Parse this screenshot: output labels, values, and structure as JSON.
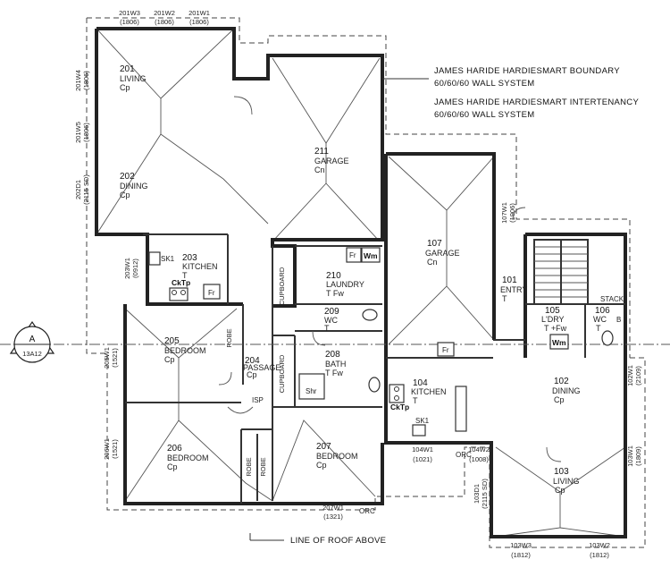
{
  "notes": {
    "boundary_line1": "JAMES HARIDE HARDIESMART BOUNDARY",
    "boundary_line2": "60/60/60 WALL SYSTEM",
    "intertenancy_line1": "JAMES HARIDE HARDIESMART INTERTENANCY",
    "intertenancy_line2": "60/60/60 WALL SYSTEM",
    "roof_line": "LINE OF ROOF ABOVE"
  },
  "section": {
    "letter": "A",
    "ref": "13A12"
  },
  "rooms": {
    "r201": {
      "num": "201",
      "name": "LIVING",
      "finish": "Cp"
    },
    "r202": {
      "num": "202",
      "name": "DINING",
      "finish": "Cp"
    },
    "r203": {
      "num": "203",
      "name": "KITCHEN",
      "finish": "T"
    },
    "r204": {
      "num": "204",
      "name": "PASSAGE",
      "finish": "Cp"
    },
    "r205": {
      "num": "205",
      "name": "BEDROOM",
      "finish": "Cp"
    },
    "r206": {
      "num": "206",
      "name": "BEDROOM",
      "finish": "Cp"
    },
    "r207": {
      "num": "207",
      "name": "BEDROOM",
      "finish": "Cp"
    },
    "r208": {
      "num": "208",
      "name": "BATH",
      "finish": "T  Fw"
    },
    "r209": {
      "num": "209",
      "name": "WC",
      "finish": "T"
    },
    "r210": {
      "num": "210",
      "name": "LAUNDRY",
      "finish": "T  Fw"
    },
    "r211": {
      "num": "211",
      "name": "GARAGE",
      "finish": "Cn"
    },
    "r101": {
      "num": "101",
      "name": "ENTRY",
      "finish": "T"
    },
    "r102": {
      "num": "102",
      "name": "DINING",
      "finish": "Cp"
    },
    "r103": {
      "num": "103",
      "name": "LIVING",
      "finish": "Cp"
    },
    "r104": {
      "num": "104",
      "name": "KITCHEN",
      "finish": "T"
    },
    "r105": {
      "num": "105",
      "name": "L'DRY",
      "finish": "T  +Fw"
    },
    "r106": {
      "num": "106",
      "name": "WC",
      "finish": "T"
    },
    "r107": {
      "num": "107",
      "name": "GARAGE",
      "finish": "Cn"
    }
  },
  "windows": {
    "w201w3": {
      "id": "201W3",
      "size": "(1806)"
    },
    "w201w2": {
      "id": "201W2",
      "size": "(1806)"
    },
    "w201w1": {
      "id": "201W1",
      "size": "(1806)"
    },
    "w201w4": {
      "id": "201W4",
      "size": "(1806)"
    },
    "w201w5": {
      "id": "201W5",
      "size": "(1806)"
    },
    "w202d1": {
      "id": "202D1",
      "size": "(2115 SD)"
    },
    "w203w1": {
      "id": "203W1",
      "size": "(0912)"
    },
    "w205w1": {
      "id": "205W1",
      "size": "(1521)"
    },
    "w206w1": {
      "id": "206W1",
      "size": "(1521)"
    },
    "w207w1": {
      "id": "207W1",
      "size": "(1321)"
    },
    "w107w1": {
      "id": "107W1",
      "size": "(1906)"
    },
    "w102w1": {
      "id": "102W1",
      "size": "(2109)"
    },
    "w104w1": {
      "id": "104W1",
      "size": "(1021)"
    },
    "w104w2": {
      "id": "104W2",
      "size": "(1008)"
    },
    "w103d1": {
      "id": "103D1",
      "size": "(2115 SD)"
    },
    "w103w1": {
      "id": "103W1",
      "size": "(1809)"
    },
    "w103w3": {
      "id": "103W3",
      "size": "(1812)"
    },
    "w103w2": {
      "id": "103W2",
      "size": "(1812)"
    }
  },
  "fixtures": {
    "wm_upper": "Wm",
    "fr_upper": "Fr",
    "sk1_left": "SK1",
    "cktp_left": "CkTp",
    "fr_left": "Fr",
    "shr": "Shr",
    "wm_right": "Wm",
    "fr_right": "Fr",
    "sk1_right": "SK1",
    "cktp_right": "CkTp",
    "stack": "STACK",
    "b": "B",
    "isp": "ISP",
    "orc_left": "ORC",
    "orc_right": "ORC",
    "cupboard": "CUPBOARD",
    "robe": "ROBE"
  }
}
